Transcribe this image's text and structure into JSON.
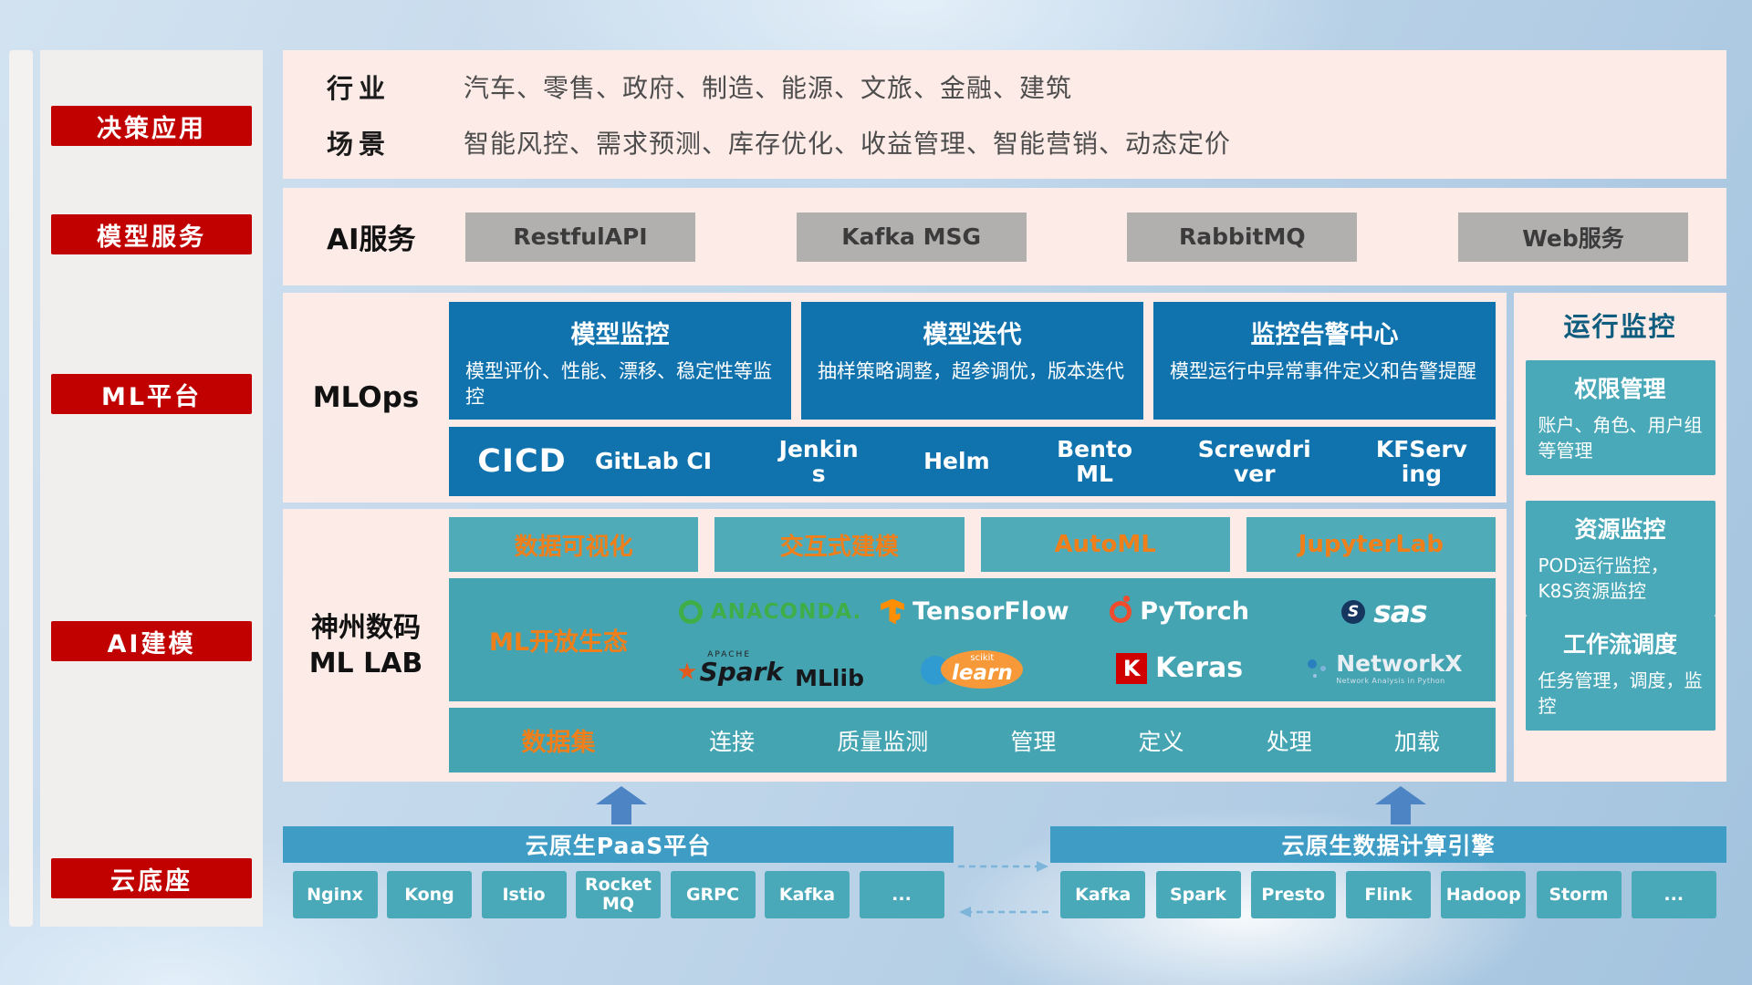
{
  "colors": {
    "accent_red": "#c10000",
    "panel_pink": "#fdebe7",
    "blue_card": "#1173ae",
    "teal": "#45a4b2",
    "teal_header": "#3f9dc5",
    "orange_text": "#ef7f1a",
    "gray_button": "#b2afaf"
  },
  "sidebar": {
    "items": [
      "决策应用",
      "模型服务",
      "ML平台",
      "AI建模",
      "云底座"
    ]
  },
  "industry": {
    "rows": [
      {
        "label": "行业",
        "text": "汽车、零售、政府、制造、能源、文旅、金融、建筑"
      },
      {
        "label": "场景",
        "text": "智能风控、需求预测、库存优化、收益管理、智能营销、动态定价"
      }
    ]
  },
  "ai_service": {
    "label": "AI服务",
    "buttons": [
      "RestfulAPI",
      "Kafka MSG",
      "RabbitMQ",
      "Web服务"
    ]
  },
  "mlops": {
    "label": "MLOps",
    "cards": [
      {
        "title": "模型监控",
        "desc": "模型评价、性能、漂移、稳定性等监控"
      },
      {
        "title": "模型迭代",
        "desc": "抽样策略调整，超参调优，版本迭代"
      },
      {
        "title": "监控告警中心",
        "desc": "模型运行中异常事件定义和告警提醒"
      }
    ],
    "cicd_label": "CICD",
    "cicd_items": [
      "GitLab CI",
      "Jenkins",
      "Helm",
      "BentoML",
      "Screwdriver",
      "KFServing"
    ]
  },
  "mllab": {
    "label_line1": "神州数码",
    "label_line2": "ML LAB",
    "tools": [
      "数据可视化",
      "交互式建模",
      "AutoML",
      "JupyterLab"
    ],
    "ecosystem_label": "ML开放生态",
    "logos": {
      "anaconda": "ANACONDA.",
      "tensorflow": "TensorFlow",
      "pytorch": "PyTorch",
      "sas": "sas",
      "spark_small": "APACHE",
      "spark": "Spark",
      "mllib": "MLlib",
      "scikit_small": "scikit",
      "scikit": "learn",
      "keras_k": "K",
      "keras": "Keras",
      "networkx": "NetworkX",
      "networkx_sub": "Network Analysis in Python"
    },
    "dataset_label": "数据集",
    "dataset_items": [
      "连接",
      "质量监测",
      "管理",
      "定义",
      "处理",
      "加载"
    ]
  },
  "monitor": {
    "title": "运行监控",
    "cards": [
      {
        "title": "权限管理",
        "desc": "账户、角色、用户组等管理"
      },
      {
        "title": "资源监控",
        "desc": "POD运行监控，K8S资源监控"
      },
      {
        "title": "工作流调度",
        "desc": "任务管理，调度，监控"
      }
    ]
  },
  "bottom": {
    "paas_title": "云原生PaaS平台",
    "paas_items": [
      "Nginx",
      "Kong",
      "Istio",
      "RocketMQ",
      "GRPC",
      "Kafka",
      "..."
    ],
    "engine_title": "云原生数据计算引擎",
    "engine_items": [
      "Kafka",
      "Spark",
      "Presto",
      "Flink",
      "Hadoop",
      "Storm",
      "..."
    ]
  }
}
